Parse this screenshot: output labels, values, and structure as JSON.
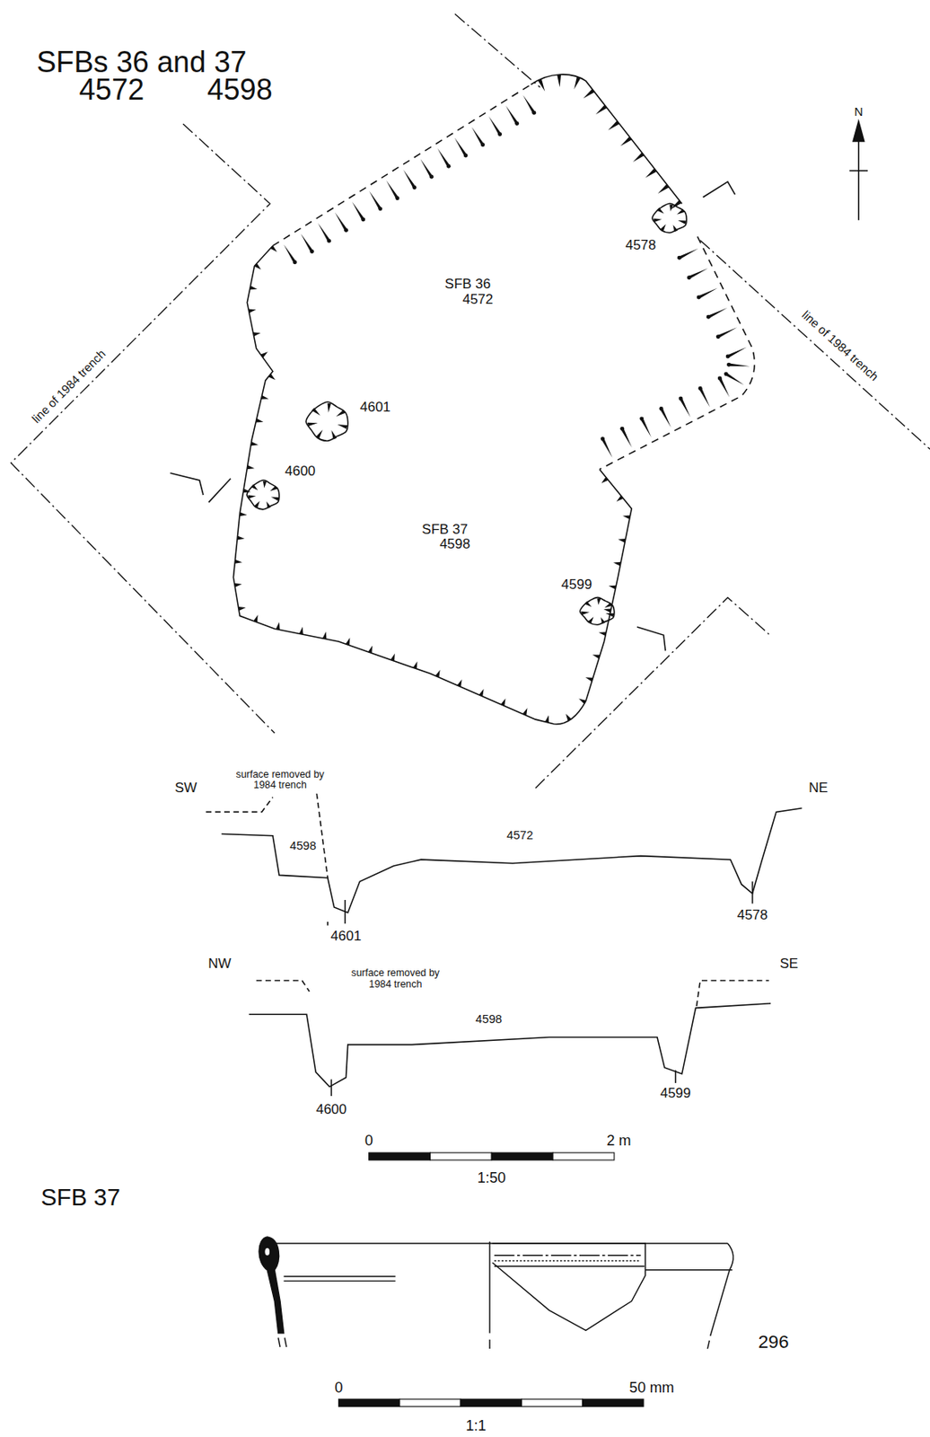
{
  "diagram": {
    "title": "SFBs 36 and 37",
    "labels": [
      "4572",
      "4598",
      "N",
      "4578",
      "SFB 36",
      "4572",
      "line of 1984 trench",
      "line of 1984 trench",
      "4601",
      "4600",
      "SFB 37",
      "4598",
      "4599",
      "SW",
      "surface removed by 1984 trench",
      "NE",
      "4598",
      "4572",
      "4601",
      "4578",
      "NW",
      "surface removed by 1984 trench",
      "SE",
      "4598",
      "4600",
      "4599",
      "0",
      "2 m",
      "1:50",
      "SFB 37",
      "296",
      "0",
      "50 mm",
      "1:1"
    ]
  }
}
